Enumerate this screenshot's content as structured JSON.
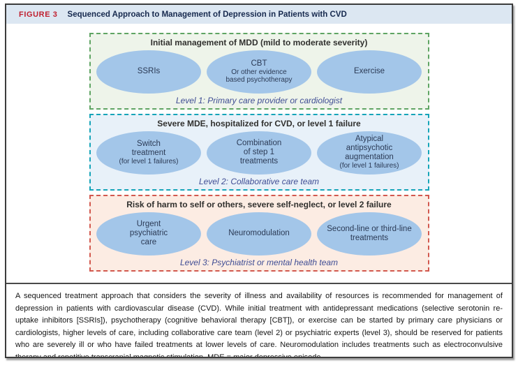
{
  "header": {
    "figure_label": "FIGURE 3",
    "title": "Sequenced Approach to Management of Depression in Patients with CVD"
  },
  "levels": [
    {
      "heading": "Initial management of MDD (mild to moderate severity)",
      "caption": "Level 1: Primary care provider or cardiologist",
      "nodes": [
        {
          "label": "SSRIs",
          "sublabel": ""
        },
        {
          "label": "CBT",
          "sublabel": "Or other evidence\nbased psychotherapy"
        },
        {
          "label": "Exercise",
          "sublabel": ""
        }
      ]
    },
    {
      "heading": "Severe MDE, hospitalized for CVD, or level 1 failure",
      "caption": "Level 2: Collaborative care team",
      "nodes": [
        {
          "label": "Switch\ntreatment",
          "sublabel": "(for level 1 failures)"
        },
        {
          "label": "Combination\nof step 1\ntreatments",
          "sublabel": ""
        },
        {
          "label": "Atypical\nantipsychotic\naugmentation",
          "sublabel": "(for level 1 failures)"
        }
      ]
    },
    {
      "heading": "Risk of harm to self or others, severe self-neglect, or level 2 failure",
      "caption": "Level 3: Psychiatrist or mental health team",
      "nodes": [
        {
          "label": "Urgent\npsychiatric\ncare",
          "sublabel": ""
        },
        {
          "label": "Neuromodulation",
          "sublabel": ""
        },
        {
          "label": "Second-line or third-line\ntreatments",
          "sublabel": ""
        }
      ]
    }
  ],
  "caption": {
    "lines": [
      "A sequenced treatment approach that considers the severity of illness and availability of resources is recommended for management of",
      "depression in patients with cardiovascular disease (CVD). While initial treatment with antidepressant medications (selective serotonin re-",
      "uptake inhibitors [SSRIs]), psychotherapy (cognitive behavioral therapy [CBT]), or exercise can be started by primary care physicians or",
      "cardiologists, higher levels of care, including collaborative care team (level 2) or psychiatric experts (level 3), should be reserved for patients",
      "who are severely ill or who have failed treatments at lower levels of care. Neuromodulation includes treatments such as electroconvulsive",
      "therapy and repetitive transcranial magnetic stimulation. MDE = major depressive episode."
    ]
  },
  "colors": {
    "header_background": "#dce7f2",
    "figure_label_red": "#c01f2f",
    "title_navy": "#16294e",
    "ellipse_fill": "#a3c6e9",
    "ellipse_text": "#2b3a55",
    "level1_background": "#eef4ea",
    "level1_border": "#5fa463",
    "level2_background": "#e8f1f9",
    "level2_border": "#15a4b8",
    "level3_background": "#fcece3",
    "level3_border": "#d2584e",
    "level_caption_text": "#3f4d94",
    "frame_border": "#3c3c3c"
  }
}
